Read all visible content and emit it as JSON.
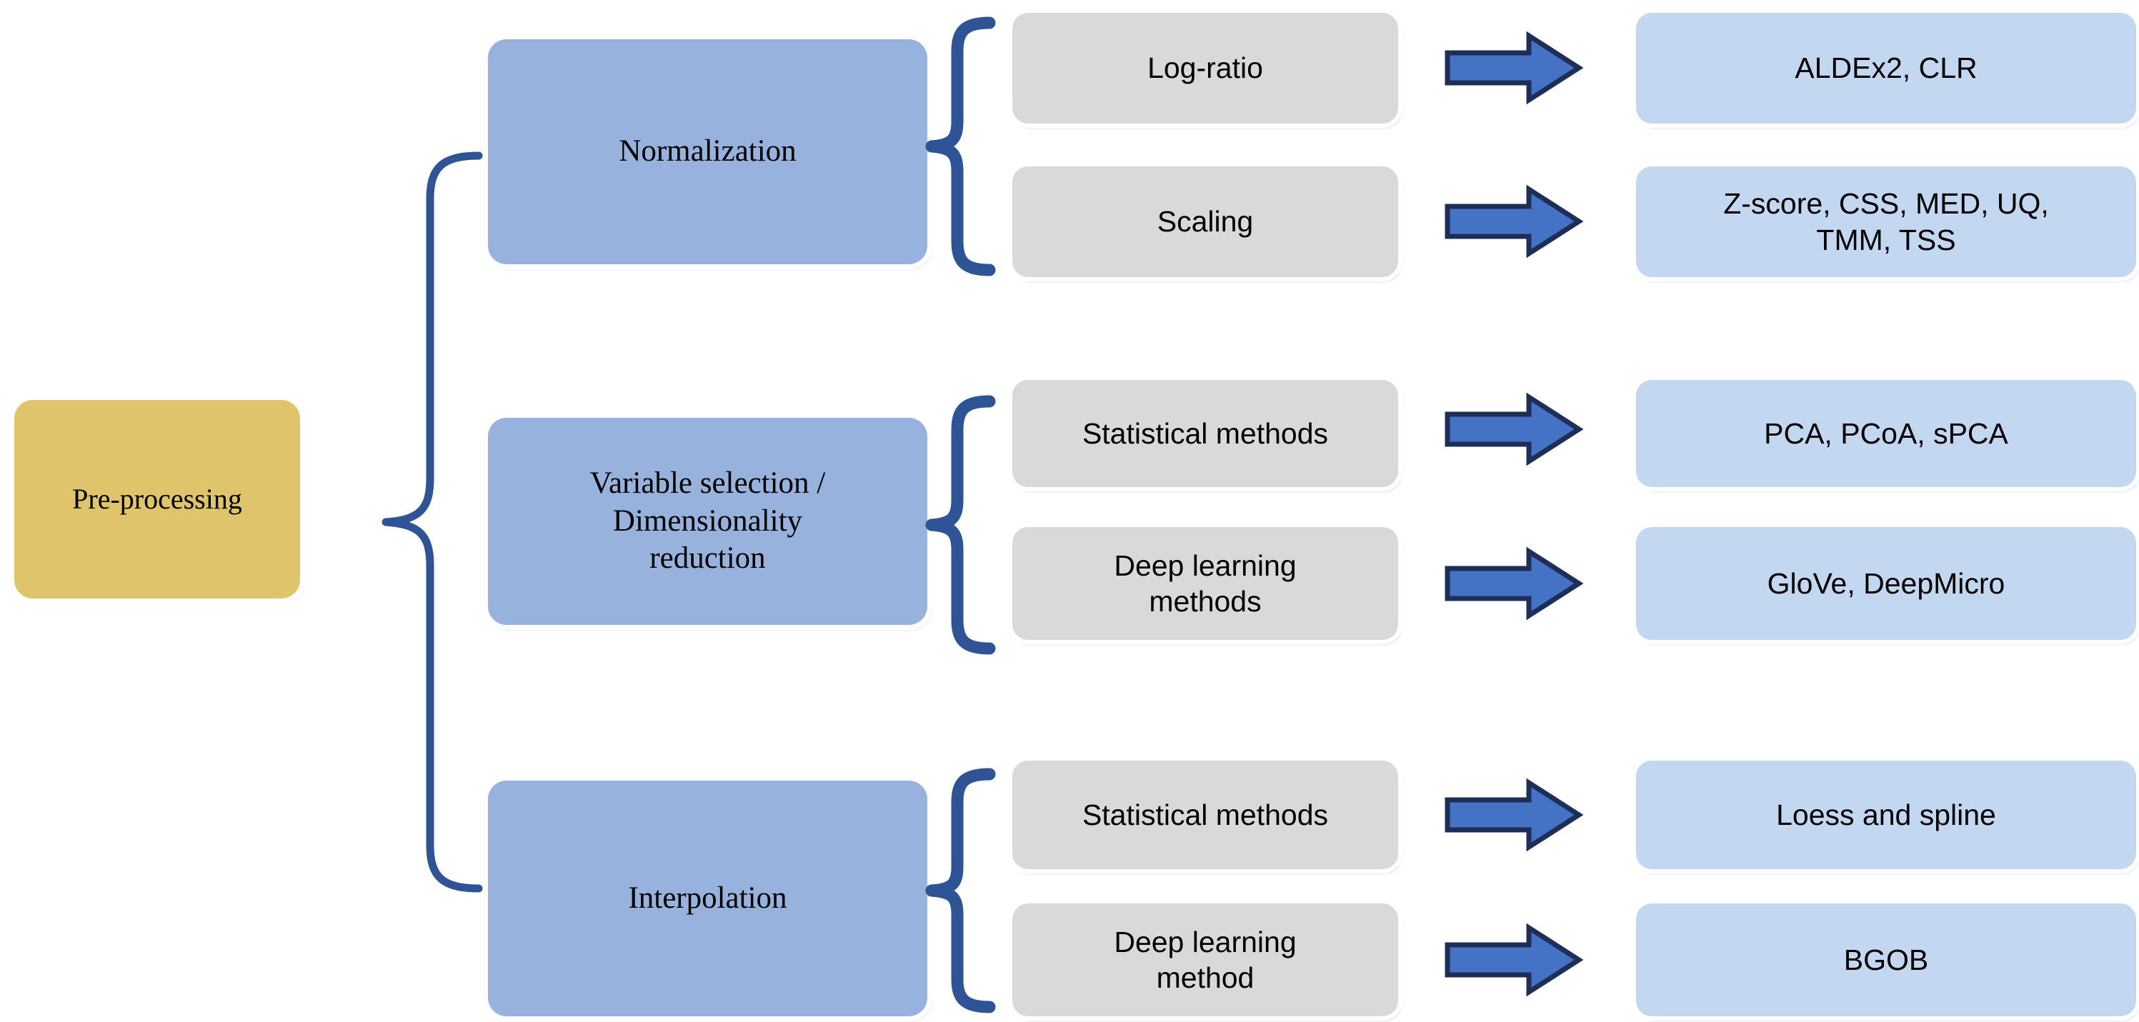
{
  "diagram": {
    "title_node": {
      "label": "Pre-processing"
    },
    "accent_colors": {
      "root_fill": "#E0C46C",
      "category_fill": "#97B2DC",
      "method_fill": "#D9D9D9",
      "tool_fill": "#C3D8F0",
      "brace_stroke": "#2E5496",
      "arrow_fill": "#4472C4",
      "arrow_stroke": "#1F2E57"
    },
    "branches": [
      {
        "category": "Normalization",
        "brace_icon": "curly-brace-icon",
        "children": [
          {
            "method": "Log-ratio",
            "arrow_icon": "right-arrow-icon",
            "tools": "ALDEx2, CLR"
          },
          {
            "method": "Scaling",
            "arrow_icon": "right-arrow-icon",
            "tools": "Z-score, CSS, MED, UQ,\nTMM, TSS"
          }
        ]
      },
      {
        "category": "Variable selection /\nDimensionality\nreduction",
        "brace_icon": "curly-brace-icon",
        "children": [
          {
            "method": "Statistical methods",
            "arrow_icon": "right-arrow-icon",
            "tools": "PCA, PCoA, sPCA"
          },
          {
            "method": "Deep learning\nmethods",
            "arrow_icon": "right-arrow-icon",
            "tools": "GloVe, DeepMicro"
          }
        ]
      },
      {
        "category": "Interpolation",
        "brace_icon": "curly-brace-icon",
        "children": [
          {
            "method": "Statistical methods",
            "arrow_icon": "right-arrow-icon",
            "tools": "Loess and spline"
          },
          {
            "method": "Deep learning\nmethod",
            "arrow_icon": "right-arrow-icon",
            "tools": "BGOB"
          }
        ]
      }
    ]
  }
}
